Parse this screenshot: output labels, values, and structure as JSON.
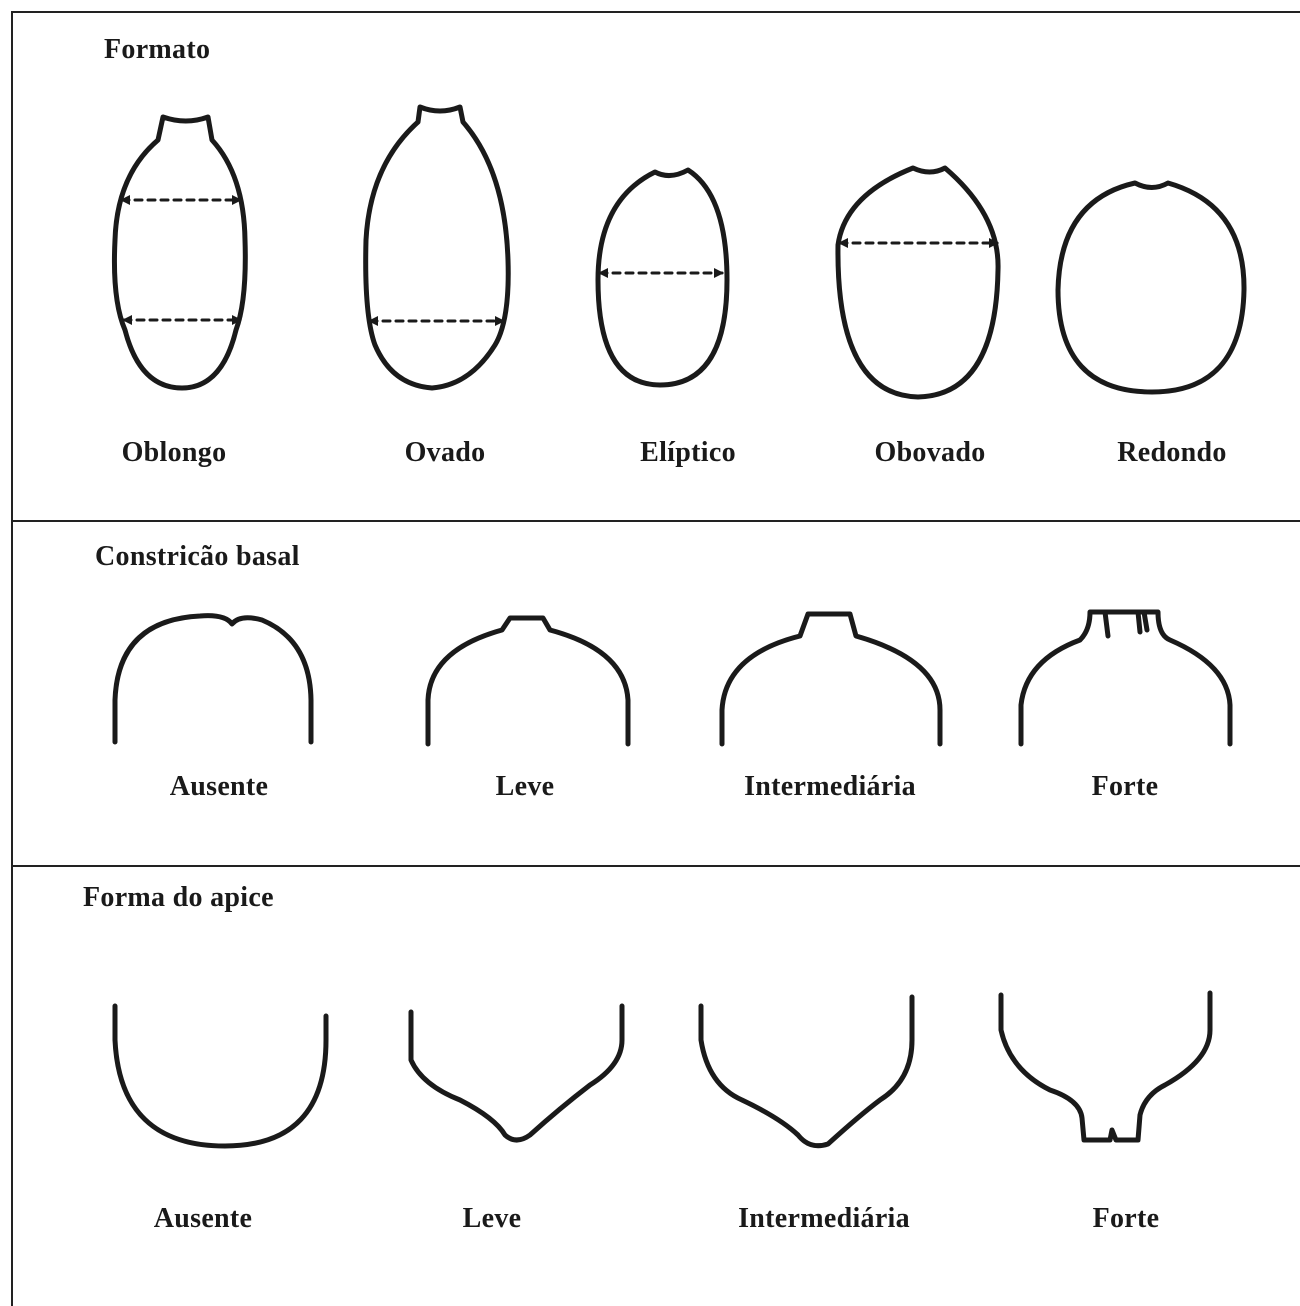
{
  "sections": {
    "formato": {
      "title": "Formato",
      "labels": [
        "Oblongo",
        "Ovado",
        "Elíptico",
        "Obovado",
        "Redondo"
      ]
    },
    "constricao": {
      "title": "Constricão basal",
      "labels": [
        "Ausente",
        "Leve",
        "Intermediária",
        "Forte"
      ]
    },
    "apice": {
      "title": "Forma do apice",
      "labels": [
        "Ausente",
        "Leve",
        "Intermediária",
        "Forte"
      ]
    }
  },
  "colors": {
    "line": "#1a1a1a",
    "background": "#ffffff"
  }
}
